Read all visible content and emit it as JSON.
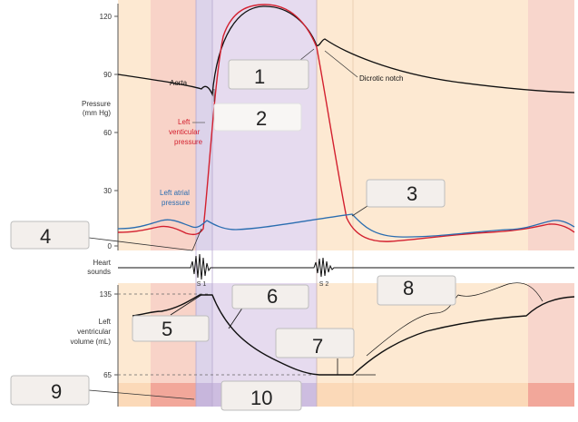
{
  "pressure_axis": {
    "title_line1": "Pressure",
    "title_line2": "(mm Hg)",
    "ticks": [
      "120",
      "90",
      "60",
      "30",
      "0"
    ]
  },
  "volume_axis": {
    "title_line1": "Left",
    "title_line2": "ventricular",
    "title_line3": "volume (mL)",
    "ticks": [
      "135",
      "65"
    ]
  },
  "curve_labels": {
    "aorta": "Aorta",
    "lv_line1": "Left",
    "lv_line2": "venticular",
    "lv_line3": "pressure",
    "la_line1": "Left atrial",
    "la_line2": "pressure",
    "dicrotic": "Dicrotic notch"
  },
  "heart_sounds": {
    "label_line1": "Heart",
    "label_line2": "sounds",
    "s1": "S 1",
    "s2": "S 2"
  },
  "answer_boxes": [
    "1",
    "2",
    "3",
    "4",
    "5",
    "6",
    "7",
    "8",
    "9",
    "10"
  ],
  "colors": {
    "atrial_systole": "#f8cfc4",
    "isovolumic_contraction": "#ddd4ea",
    "ejection": "#e4d8ee",
    "relaxation": "#fde9d2",
    "late_diastole": "#f8d6cc",
    "aorta_curve": "#111111",
    "lv_curve": "#d3202f",
    "la_curve": "#2a6db0",
    "box_fill": "#f3efec",
    "box_stroke": "#bdbdbd"
  }
}
